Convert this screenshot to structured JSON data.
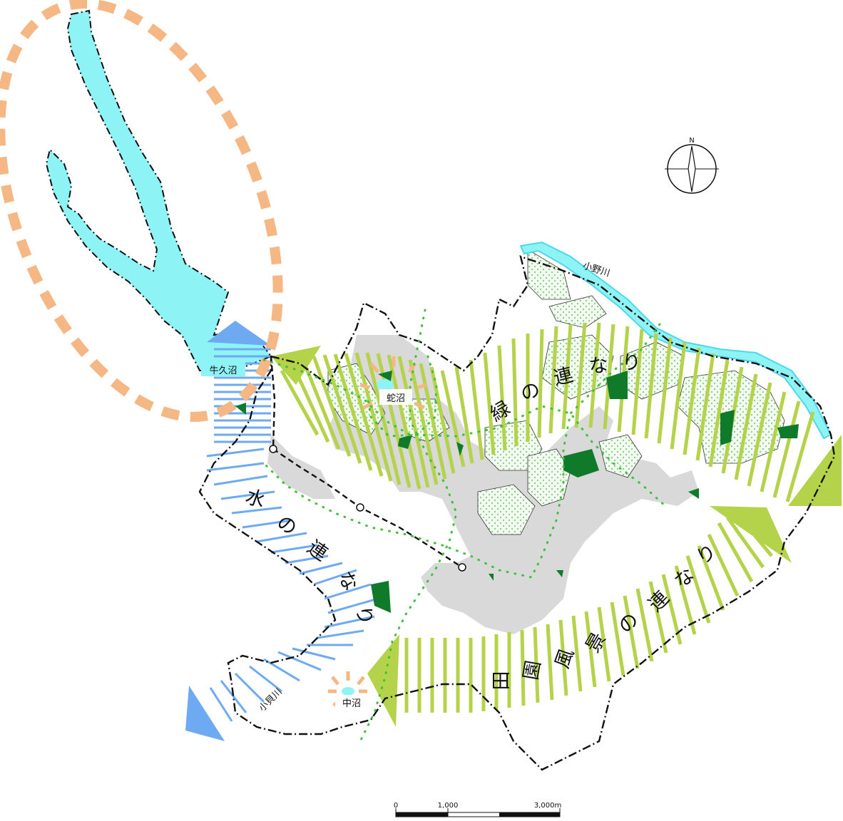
{
  "map": {
    "place_labels": {
      "ushiku_numa": "牛久沼",
      "hebi_numa": "蛇沼",
      "naka_numa": "中沼",
      "ono_gawa": "小野川",
      "kokai_gawa": "小貝川"
    },
    "corridor_labels": {
      "green": [
        "緑",
        "の",
        "連",
        "な",
        "り"
      ],
      "water": [
        "水",
        "の",
        "連",
        "な",
        "り"
      ],
      "rural": [
        "田",
        "園",
        "風",
        "景",
        "の",
        "連",
        "な",
        "り"
      ]
    },
    "compass": {
      "north_label": "N"
    },
    "scale_bar": {
      "ticks": [
        "0",
        "1,000",
        "3,000m"
      ]
    },
    "colors": {
      "water": "#8ef3f5",
      "water_edge": "#4fd7ec",
      "green_stripe": "#b5d34a",
      "blue_stripe": "#6eaaf2",
      "orange": "#f5b784",
      "urban": "#d9d9d9",
      "forest": "#0f7a2a",
      "green_dots": "#3ec23a",
      "dotted_green": "#a8d9a0"
    }
  }
}
